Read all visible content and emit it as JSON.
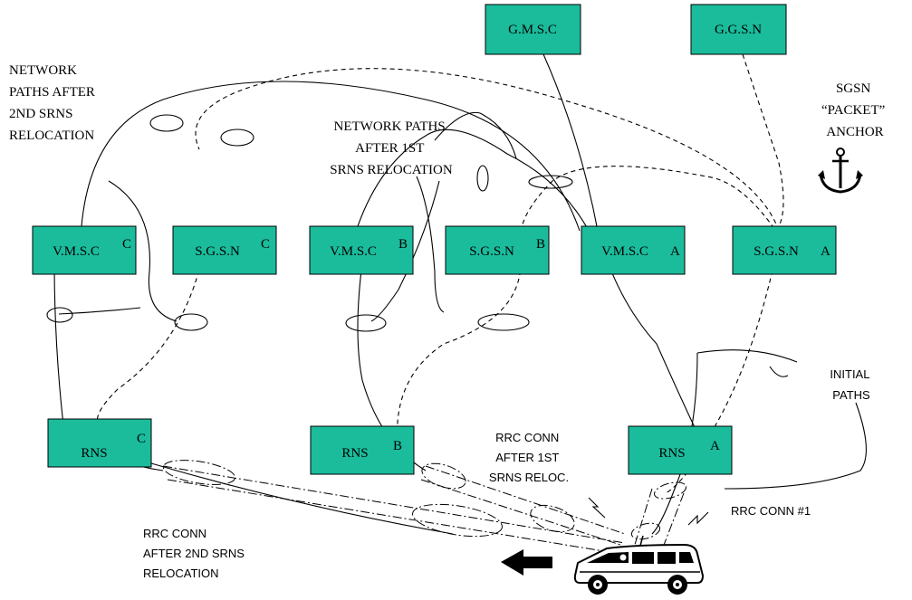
{
  "colors": {
    "box_fill": "#1ABC9C",
    "box_stroke": "#000000",
    "line": "#000000"
  },
  "nodes": {
    "gmsc": {
      "label": "G.M.S.C"
    },
    "ggsn": {
      "label": "G.G.S.N"
    },
    "vmsc_c": {
      "label": "V.M.S.C",
      "tag": "C"
    },
    "sgsn_c": {
      "label": "S.G.S.N",
      "tag": "C"
    },
    "vmsc_b": {
      "label": "V.M.S.C",
      "tag": "B"
    },
    "sgsn_b": {
      "label": "S.G.S.N",
      "tag": "B"
    },
    "vmsc_a": {
      "label": "V.M.S.C",
      "tag": "A"
    },
    "sgsn_a": {
      "label": "S.G.S.N",
      "tag": "A"
    },
    "rns_c": {
      "label": "RNS",
      "tag": "C"
    },
    "rns_b": {
      "label": "RNS",
      "tag": "B"
    },
    "rns_a": {
      "label": "RNS",
      "tag": "A"
    }
  },
  "annotations": {
    "network_paths_2nd": [
      "NETWORK",
      "PATHS AFTER",
      "2ND SRNS",
      "RELOCATION"
    ],
    "network_paths_1st": [
      "NETWORK PATHS",
      "AFTER 1ST",
      "SRNS RELOCATION"
    ],
    "sgsn_anchor": [
      "SGSN",
      "“PACKET”",
      "ANCHOR"
    ],
    "initial_paths": [
      "INITIAL",
      "PATHS"
    ],
    "rrc_conn_1st": [
      "RRC CONN",
      "AFTER 1ST",
      "SRNS RELOC."
    ],
    "rrc_conn_1": [
      "RRC CONN #1"
    ],
    "rrc_conn_2nd": [
      "RRC CONN",
      "AFTER 2ND SRNS",
      "RELOCATION"
    ]
  },
  "icons": {
    "anchor": "anchor-icon",
    "car": "car-icon",
    "direction_arrow": "left-arrow-icon"
  }
}
